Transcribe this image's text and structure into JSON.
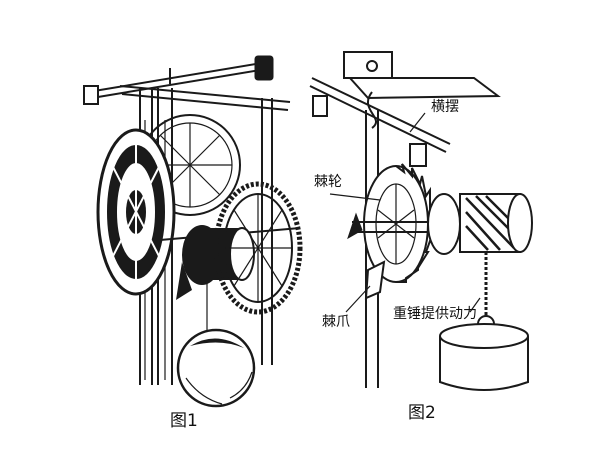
{
  "figure1": {
    "caption": "图1"
  },
  "figure2": {
    "caption": "图2",
    "labels": {
      "horizontal_swing": "横摆",
      "ratchet_wheel": "棘轮",
      "pawl": "棘爪",
      "weight_power": "重锤提供动力"
    }
  },
  "colors": {
    "ink": "#1a1a1a",
    "paper": "#ffffff"
  }
}
